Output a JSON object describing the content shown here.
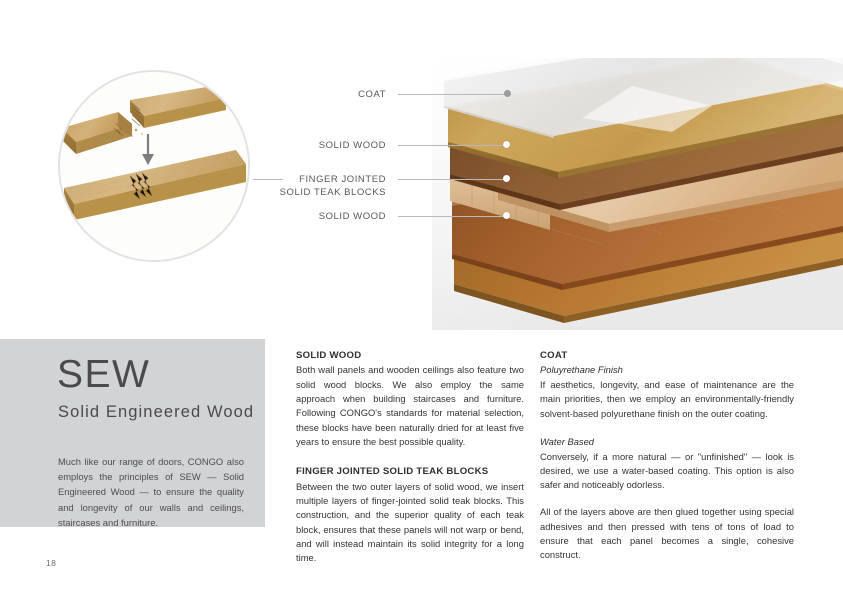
{
  "page": {
    "number": "18",
    "background_color": "#ffffff",
    "panel_color": "#d2d3d4"
  },
  "hero": {
    "circle_detail": {
      "icon": "finger-joint-photo",
      "caption": "",
      "description": "Two finger-jointed teak block ends joining into one continuous block, with a downward arrow"
    },
    "callouts": [
      {
        "label": "COAT",
        "dot": "grey"
      },
      {
        "label": "SOLID WOOD",
        "dot": "white"
      },
      {
        "label": "FINGER JOINTED\nSOLID TEAK BLOCKS",
        "line1": "FINGER JOINTED",
        "line2": "SOLID TEAK BLOCKS",
        "dot": "white"
      },
      {
        "label": "SOLID WOOD",
        "dot": "white"
      }
    ],
    "diagram": {
      "icon": "exploded-panel-diagram",
      "layers": [
        {
          "name": "coat",
          "color": "#e9e9ea"
        },
        {
          "name": "solid-wood-top",
          "color": "#c39a4e"
        },
        {
          "name": "solid-wood-veneer",
          "color": "#8a5a32"
        },
        {
          "name": "finger-jointed-teak-blocks",
          "color": "#d9b088"
        },
        {
          "name": "solid-wood-bottom",
          "color": "#a8652f"
        },
        {
          "name": "base-panel",
          "color": "#b5762f"
        }
      ]
    }
  },
  "sidebar": {
    "title": "SEW",
    "subtitle": "Solid Engineered Wood",
    "body": "Much like our range of doors, CONGO also employs the principles of SEW — Solid Engineered Wood — to ensure the quality and longevity of our walls and ceilings, staircases and furniture."
  },
  "middle_column": {
    "section1": {
      "heading": "SOLID WOOD",
      "body": "Both wall panels and wooden ceilings also feature two solid wood blocks. We also employ the same approach when building staircases and furniture. Following CONGO's standards for material selection, these blocks have been naturally dried for at least five years to ensure the best possible quality."
    },
    "section2": {
      "heading": "FINGER JOINTED SOLID TEAK BLOCKS",
      "body": "Between the two outer layers of solid wood, we insert multiple layers of finger-jointed solid teak blocks. This construction, and the superior quality of each teak block, ensures that these panels will not warp or bend, and will instead maintain its solid integrity for a long time."
    }
  },
  "right_column": {
    "heading": "COAT",
    "section1": {
      "subheading": "Poluyrethane Finish",
      "body": "If aesthetics, longevity, and ease of maintenance are the main priorities, then we employ an environmentally-friendly solvent-based polyurethane finish on the outer coating."
    },
    "section2": {
      "subheading": "Water Based",
      "body": "Conversely, if a more natural — or \"unfinished\" — look is desired, we use a water-based coating. This option is also safer and noticeably odorless."
    },
    "closing": "All of the layers above are then glued together using special adhesives and then pressed with tens of tons of load to ensure that each panel becomes a single, cohesive construct."
  }
}
